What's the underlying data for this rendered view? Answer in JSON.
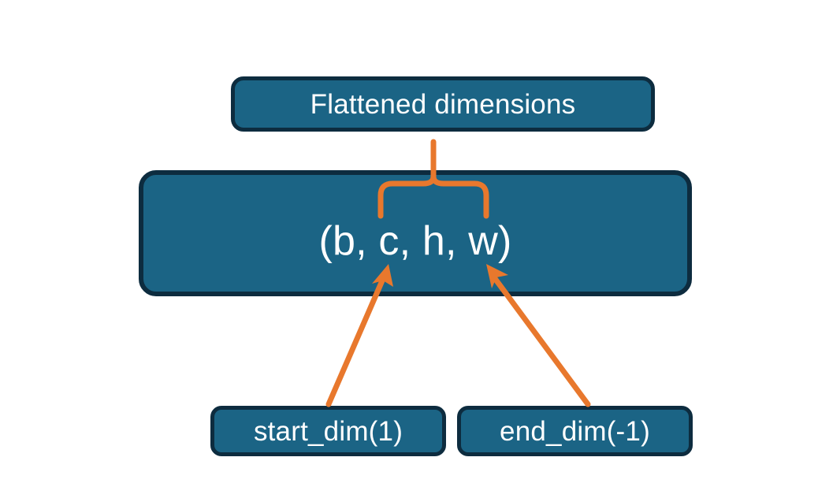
{
  "diagram": {
    "title_note": "PyTorch flatten start_dim / end_dim illustration",
    "background_color": "#ffffff",
    "node_fill_color": "#1b6485",
    "node_border_color": "#0d2c3f",
    "node_text_color": "#ffffff",
    "connector_color": "#e8782d",
    "nodes": {
      "flattened": {
        "label": "Flattened dimensions"
      },
      "shape": {
        "label": "(b, c, h, w)"
      },
      "start_dim": {
        "label": "start_dim(1)"
      },
      "end_dim": {
        "label": "end_dim(-1)"
      }
    },
    "connectors": {
      "brace": {
        "name": "curly-brace-up",
        "spans_label": "c, h, w",
        "points_to": "Flattened dimensions"
      },
      "arrow_start_dim": {
        "name": "arrow-up-right",
        "from": "start_dim(1)",
        "to": "c"
      },
      "arrow_end_dim": {
        "name": "arrow-up-left",
        "from": "end_dim(-1)",
        "to": "w"
      }
    }
  }
}
